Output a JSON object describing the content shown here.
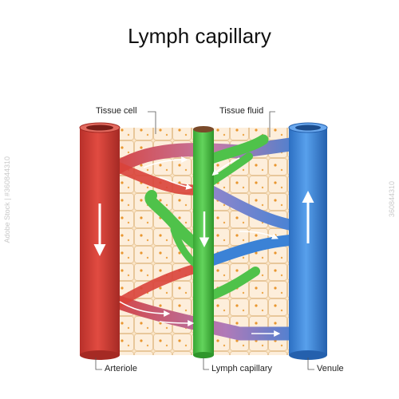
{
  "title": "Lymph capillary",
  "labels": {
    "tissue_cell": "Tissue cell",
    "tissue_fluid": "Tissue fluid",
    "arteriole": "Arteriole",
    "lymph_capillary": "Lymph capillary",
    "venule": "Venule"
  },
  "watermark": {
    "left": "Adobe Stock | #360844310",
    "right": "360844310"
  },
  "colors": {
    "arteriole": "#d9423a",
    "venule": "#3b82d6",
    "lymph": "#4fc24a",
    "tissue": "#fbe6c8",
    "cell_border": "#e8c79a",
    "nucleus": "#e9962e"
  }
}
